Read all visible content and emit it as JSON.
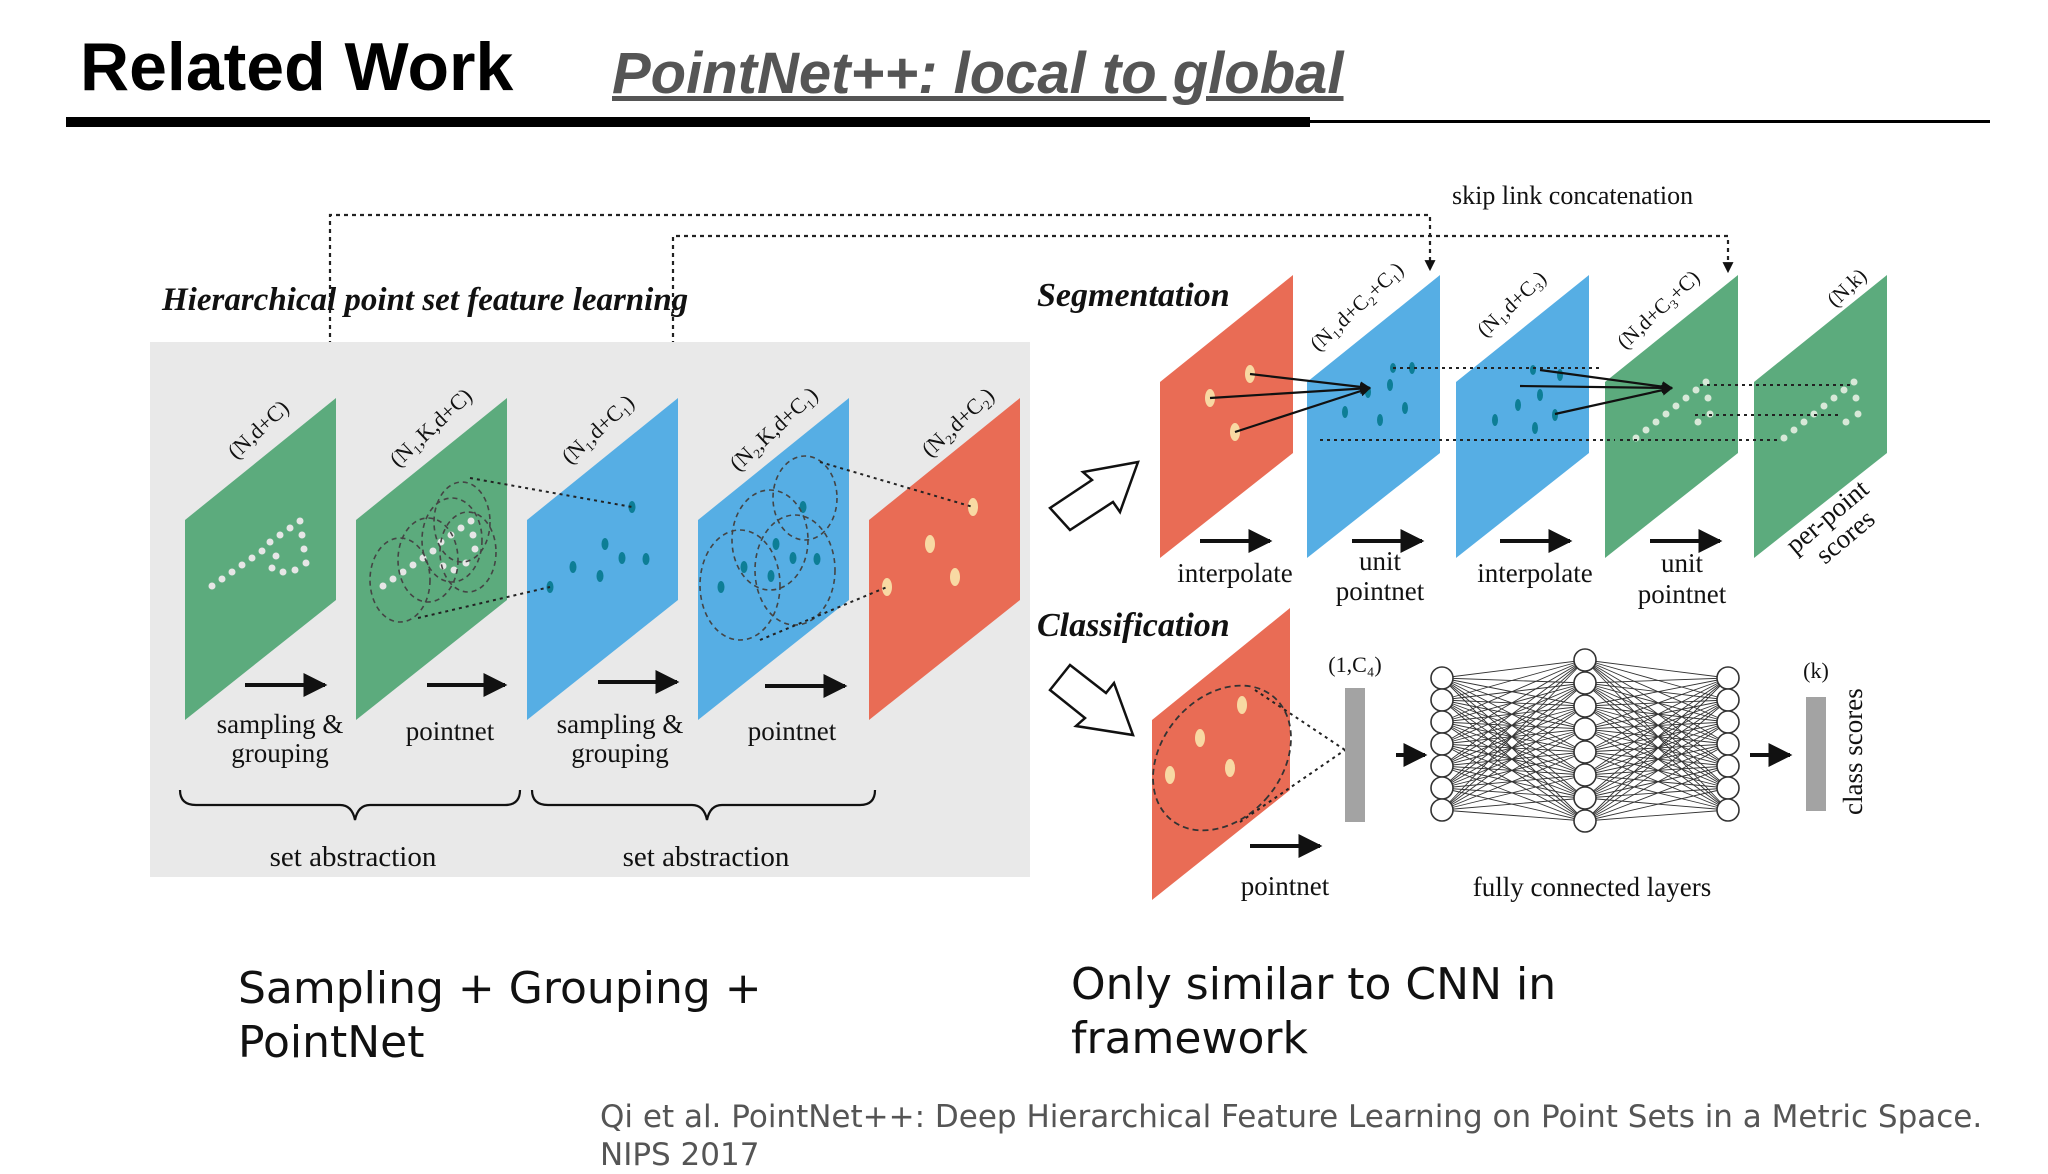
{
  "slide": {
    "title": "Related Work",
    "subtitle": "PointNet++: local to global"
  },
  "diagram": {
    "skip_link_label": "skip link concatenation",
    "hier_title": "Hierarchical point set feature learning",
    "hier_layers": [
      "(N,d+C)",
      "(N₁,K,d+C)",
      "(N₁,d+C₁)",
      "(N₂,K,d+C₁)",
      "(N₂,d+C₂)"
    ],
    "hier_ops": [
      [
        "sampling &",
        "grouping"
      ],
      [
        "pointnet"
      ],
      [
        "sampling &",
        "grouping"
      ],
      [
        "pointnet"
      ]
    ],
    "set_abstraction": [
      "set abstraction",
      "set abstraction"
    ],
    "seg_title": "Segmentation",
    "seg_layers": [
      "(N₁,d+C₂+C₁)",
      "(N₁,d+C₃)",
      "(N,d+C₃+C)",
      "(N,k)"
    ],
    "seg_ops": [
      [
        "interpolate"
      ],
      [
        "unit",
        "pointnet"
      ],
      [
        "interpolate"
      ],
      [
        "unit",
        "pointnet"
      ]
    ],
    "per_point_scores": [
      "per-point",
      "scores"
    ],
    "cls_title": "Classification",
    "cls_feature": "(1,C₄)",
    "cls_output": "(k)",
    "cls_pointnet": "pointnet",
    "fc_label": "fully connected layers",
    "class_scores": "class scores",
    "colors": {
      "green": "#5cab7d",
      "blue": "#56aee4",
      "red": "#e96c55",
      "panel": "#e9e9e9"
    }
  },
  "captions": {
    "left": [
      "Sampling + Grouping +",
      "PointNet"
    ],
    "right": [
      "Only similar to CNN in",
      "framework"
    ]
  },
  "citation": "Qi et al. PointNet++: Deep Hierarchical Feature Learning on Point Sets in a Metric Space. NIPS 2017"
}
